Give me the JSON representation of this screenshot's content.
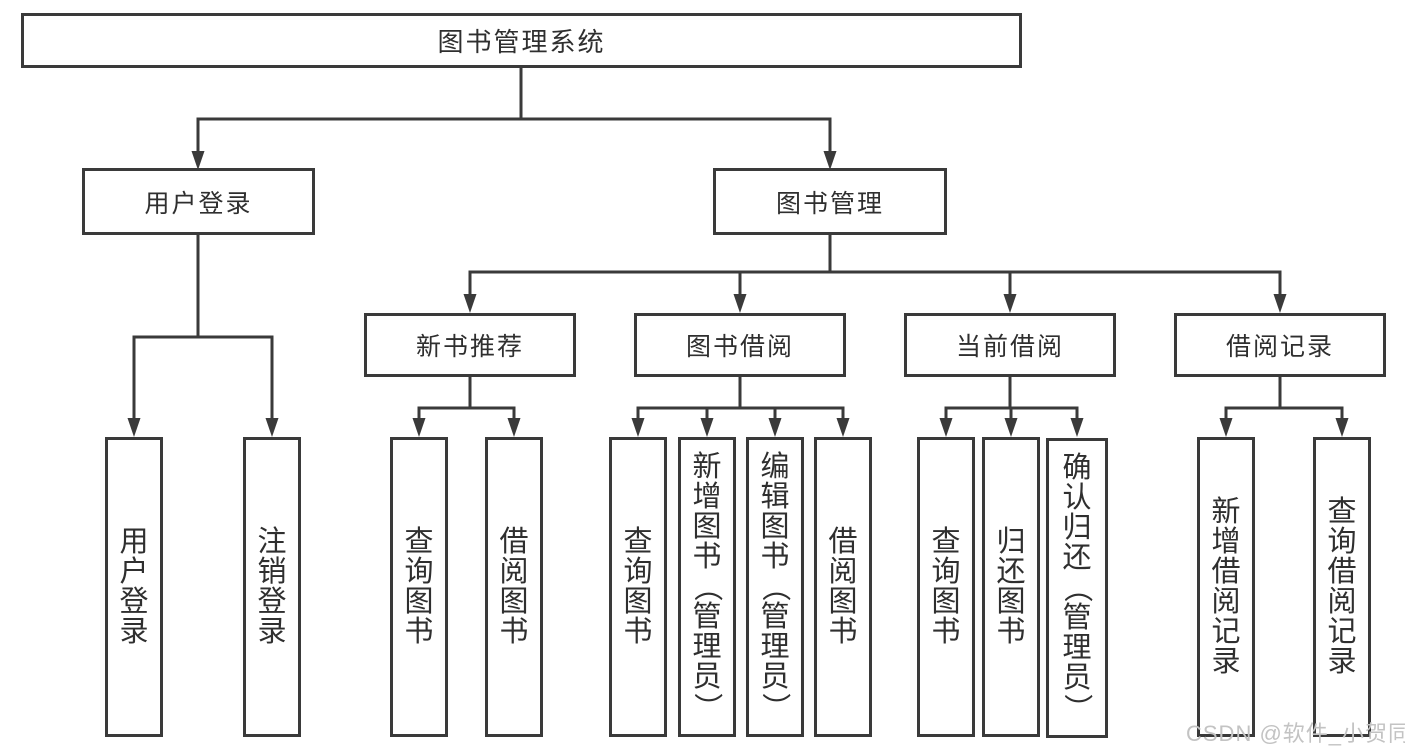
{
  "title": "图书管理系统",
  "watermark": "CSDN @软件_小贺同学",
  "colors": {
    "background": "#ffffff",
    "line": "#3a3a3a",
    "box_border": "#3a3a3a",
    "text": "#2f2f2f",
    "watermark": "#c3c3c3"
  },
  "tree": {
    "label": "图书管理系统",
    "children": [
      {
        "label": "用户登录",
        "children": [
          {
            "label": "用户登录"
          },
          {
            "label": "注销登录"
          }
        ]
      },
      {
        "label": "图书管理",
        "children": [
          {
            "label": "新书推荐",
            "children": [
              {
                "label": "查询图书"
              },
              {
                "label": "借阅图书"
              }
            ]
          },
          {
            "label": "图书借阅",
            "children": [
              {
                "label": "查询图书"
              },
              {
                "label": "新增图书（管理员）"
              },
              {
                "label": "编辑图书（管理员）"
              },
              {
                "label": "借阅图书"
              }
            ]
          },
          {
            "label": "当前借阅",
            "children": [
              {
                "label": "查询图书"
              },
              {
                "label": "归还图书"
              },
              {
                "label": "确认归还（管理员）"
              }
            ]
          },
          {
            "label": "借阅记录",
            "children": [
              {
                "label": "新增借阅记录"
              },
              {
                "label": "查询借阅记录"
              }
            ]
          }
        ]
      }
    ]
  }
}
